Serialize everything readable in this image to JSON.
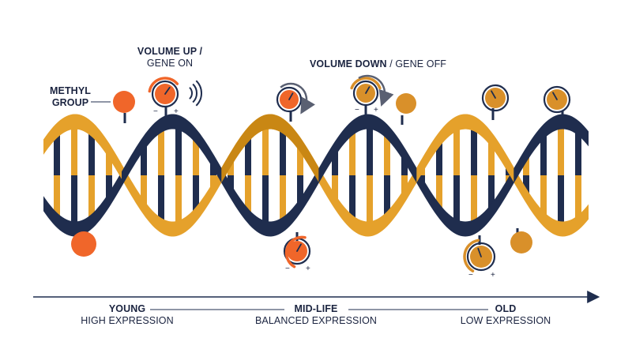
{
  "labels": {
    "methyl": [
      "METHYL",
      "GROUP"
    ],
    "volume_up": {
      "bold": "VOLUME UP /",
      "regular": "GENE ON"
    },
    "volume_down": {
      "bold": "VOLUME DOWN",
      "regular": " / GENE OFF"
    }
  },
  "timeline": {
    "stages": [
      {
        "title": "YOUNG",
        "subtitle": "HIGH EXPRESSION"
      },
      {
        "title": "MID-LIFE",
        "subtitle": "BALANCED EXPRESSION"
      },
      {
        "title": "OLD",
        "subtitle": "LOW EXPRESSION"
      }
    ]
  },
  "dial_marks": {
    "minus": "−",
    "plus": "+"
  },
  "colors": {
    "navy": "#1f2d4e",
    "gold": "#e5a12b",
    "gold_dark": "#c98714",
    "orange": "#f0662a",
    "amber": "#d9902a",
    "text": "#1b2440"
  }
}
